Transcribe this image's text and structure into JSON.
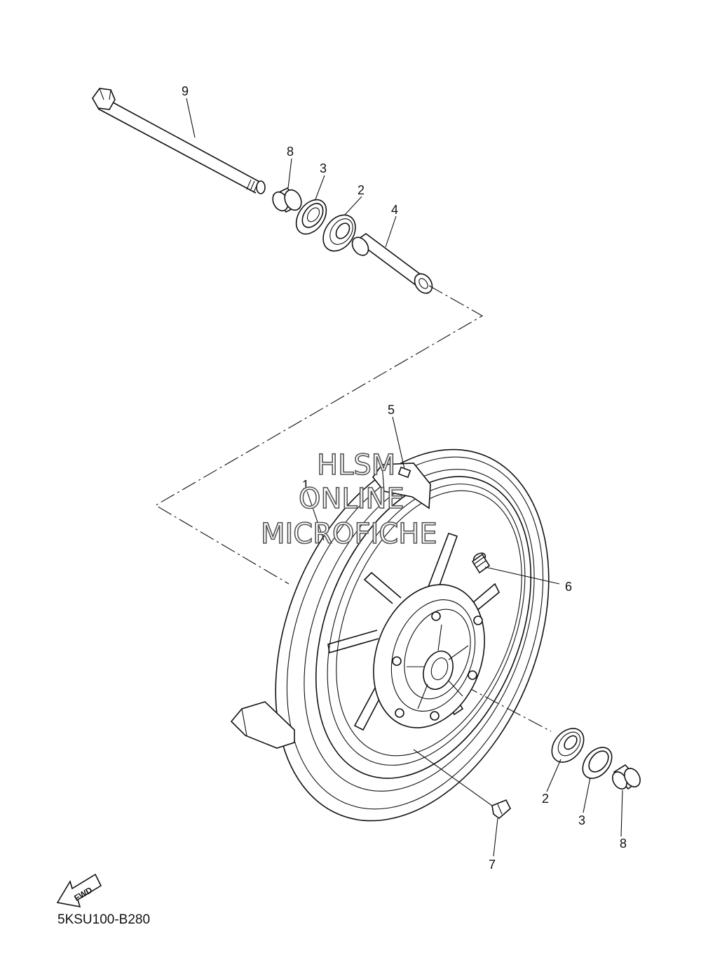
{
  "diagram_code": "5KSU100-B280",
  "fwd_label": "FWD",
  "watermark": [
    "HLSM",
    "ONLINE",
    "MICROFICHE"
  ],
  "callouts": [
    "9",
    "8",
    "3",
    "2",
    "4",
    "5",
    "1",
    "6",
    "2",
    "3",
    "8",
    "7"
  ]
}
